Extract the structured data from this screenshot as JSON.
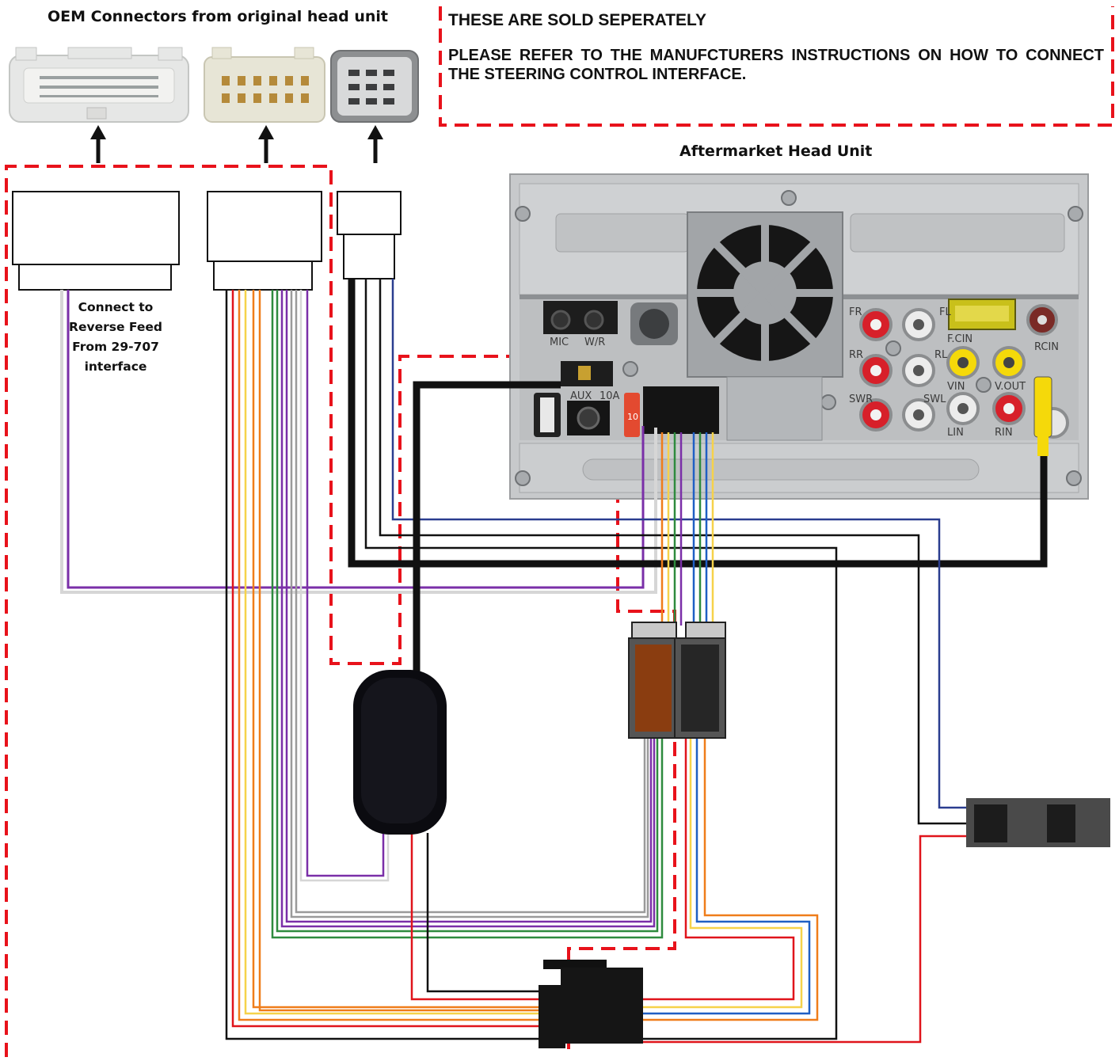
{
  "labels": {
    "oem_connectors": "OEM Connectors from original head unit",
    "head_unit": "Aftermarket Head Unit",
    "sold_separately_title": "THESE ARE SOLD SEPERATELY",
    "sold_separately_body": "PLEASE REFER TO THE MANUFCTURERS INSTRUCTIONS ON HOW TO CONNECT THE STEERING CONTROL INTERFACE.",
    "reverse_note": "Connect to Reverse Feed From 29-707 interface"
  },
  "head_unit_labels": {
    "mic": "MIC",
    "wr": "W/R",
    "aux": "AUX",
    "fuse_10a": "10A",
    "fuse_10": "10",
    "fr": "FR",
    "fl": "FL",
    "rr": "RR",
    "rl": "RL",
    "swr": "SWR",
    "swl": "SWL",
    "fcin": "F.CIN",
    "rcin": "RCIN",
    "vin": "VIN",
    "vout": "V.OUT",
    "lin": "LIN",
    "rin": "RIN"
  },
  "colors": {
    "dashed_outline": "#e8121b",
    "wire_orange": "#ef7d1a",
    "wire_red": "#e0141b",
    "wire_yellow": "#f6d24a",
    "wire_green": "#2e8b3e",
    "wire_purple": "#7a2fa8",
    "wire_gray": "#9a9a9a",
    "wire_blue": "#1f5fc4",
    "wire_navy": "#2a3d8f",
    "wire_black": "#111111",
    "connector_brown": "#8a3d10",
    "connector_dark": "#262626",
    "chassis_gray": "#c7c9cb"
  }
}
